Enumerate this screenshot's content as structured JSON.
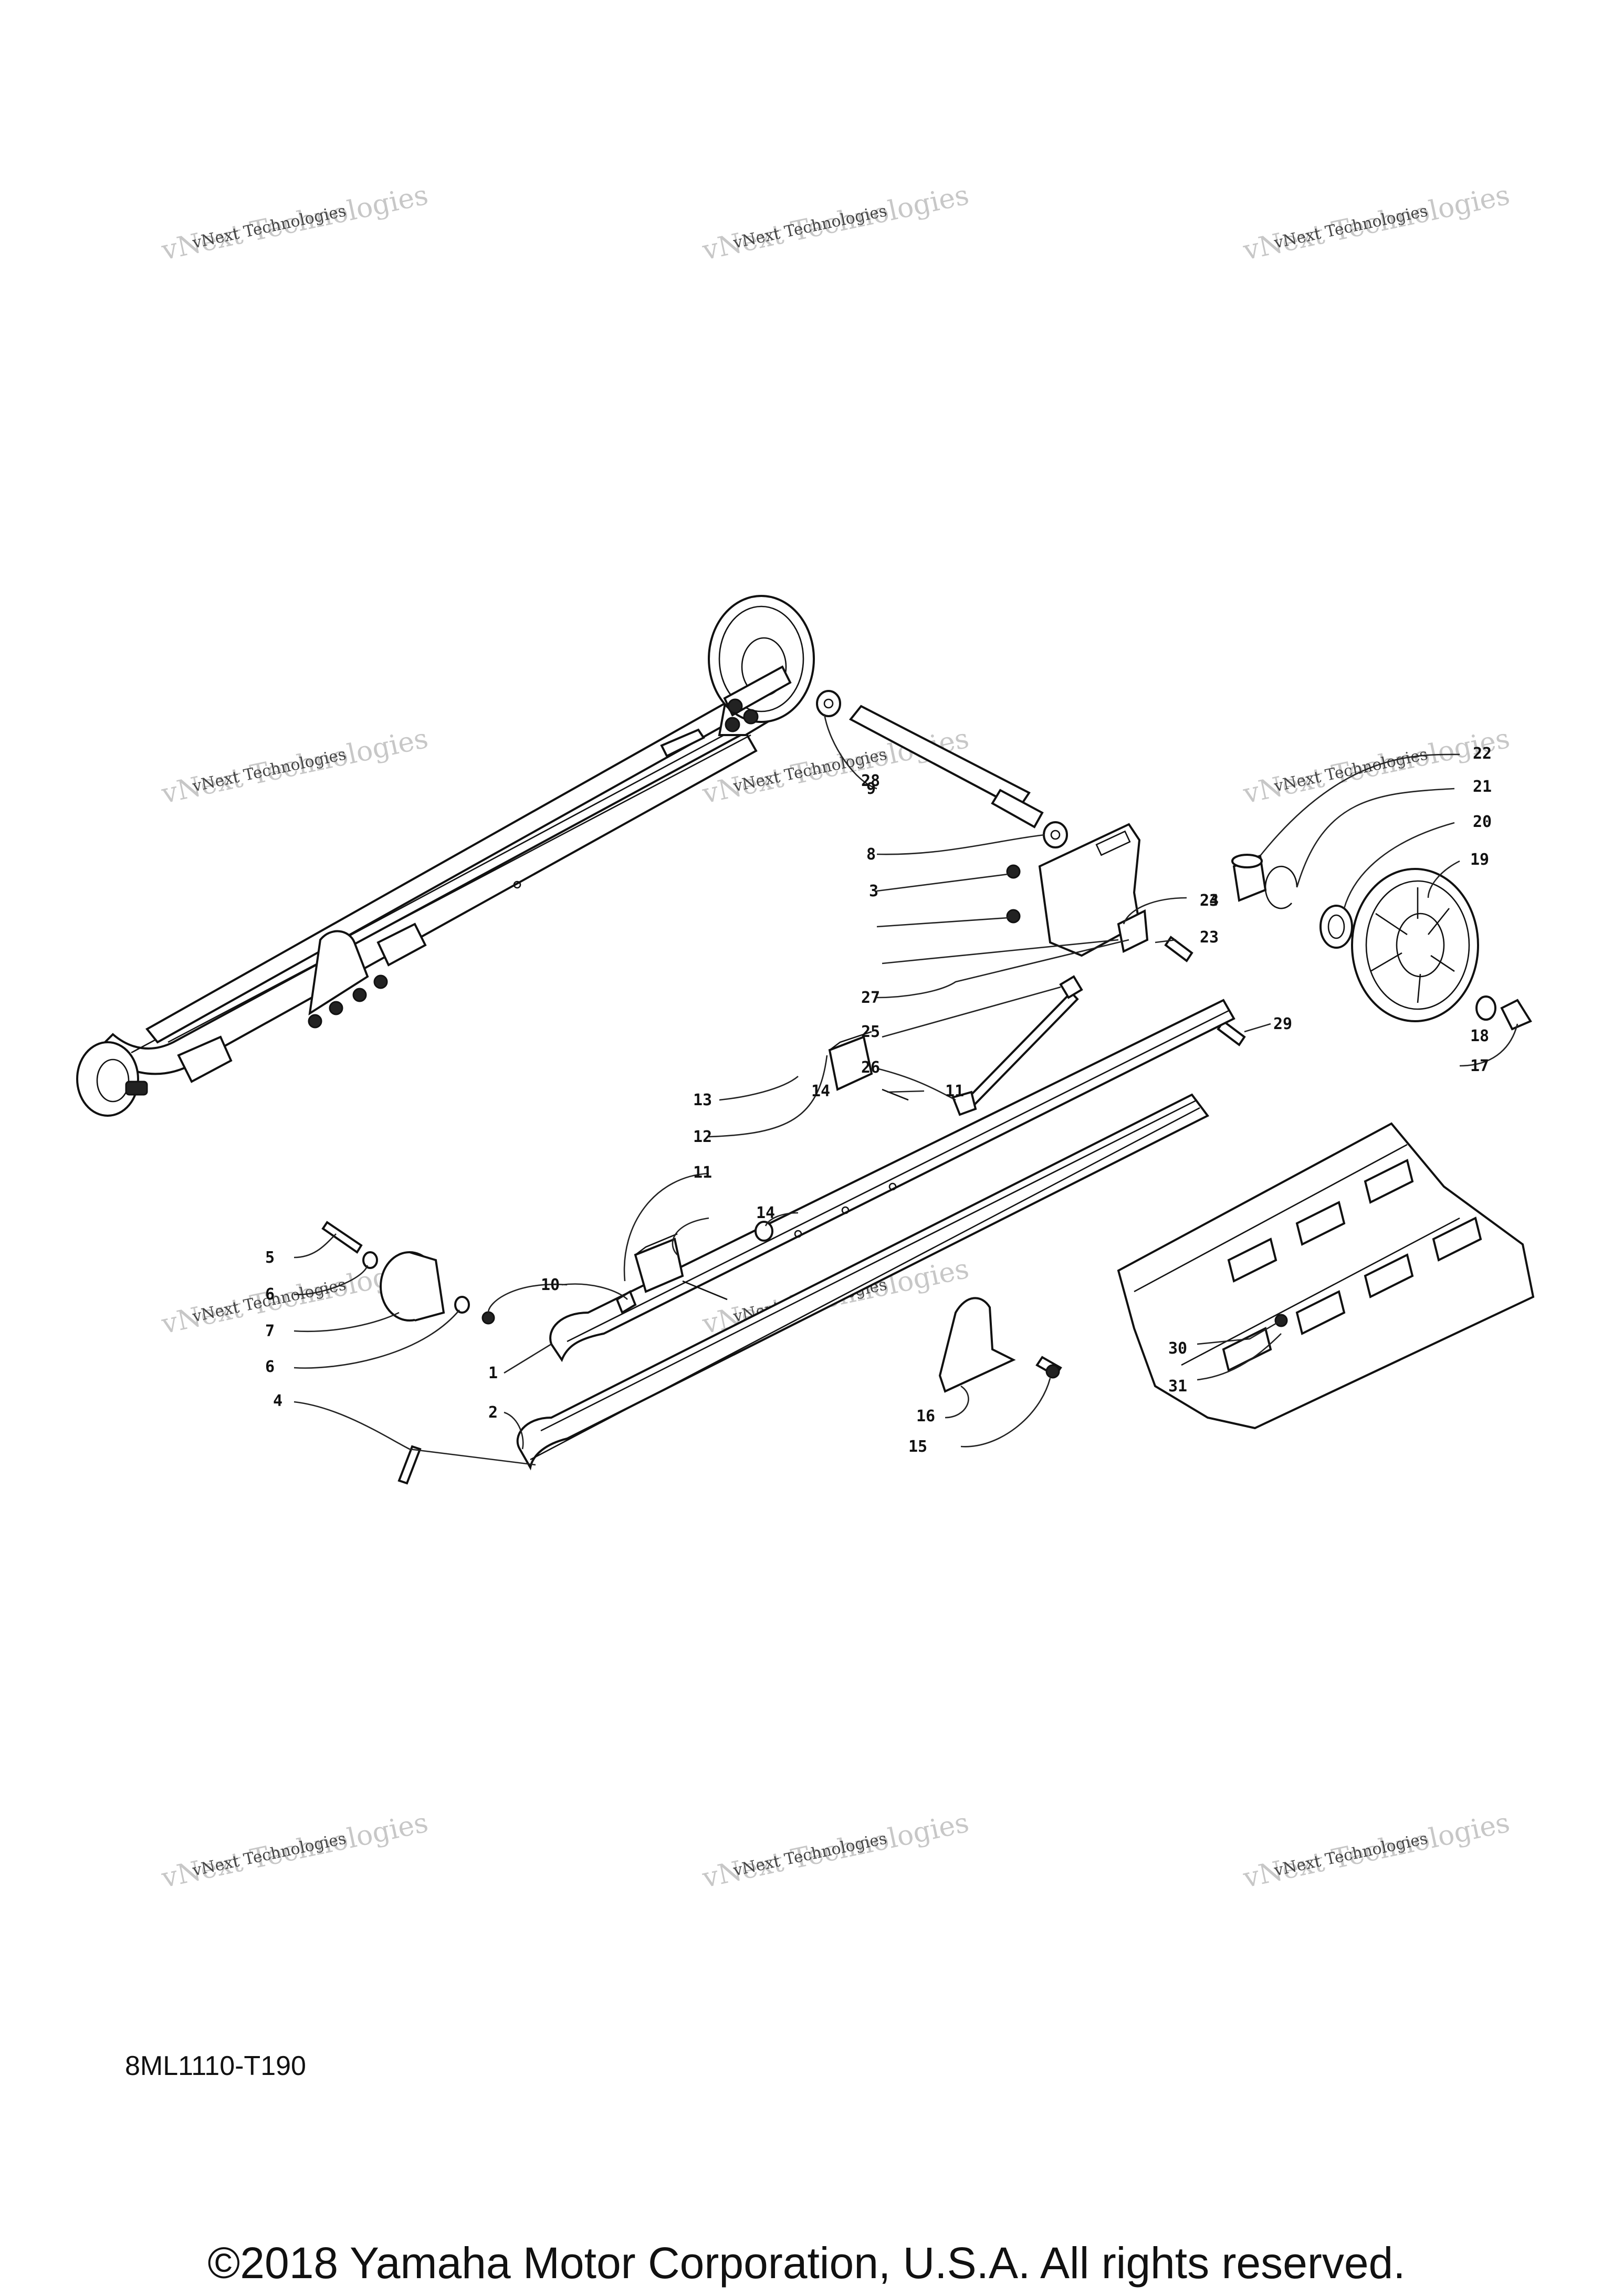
{
  "diagram": {
    "drawing_code": "8ML1110-T190",
    "copyright": "©2018 Yamaha Motor Corporation, U.S.A. All rights reserved.",
    "watermark_text": [
      "vNext Technologies",
      "vNext Technologies"
    ],
    "callouts": [
      "1",
      "2",
      "3",
      "4",
      "5",
      "6",
      "6",
      "7",
      "8",
      "9",
      "10",
      "11",
      "11",
      "12",
      "13",
      "14",
      "14",
      "15",
      "16",
      "17",
      "18",
      "19",
      "20",
      "21",
      "22",
      "23",
      "23",
      "24",
      "25",
      "26",
      "27",
      "28",
      "29",
      "30",
      "31"
    ]
  }
}
